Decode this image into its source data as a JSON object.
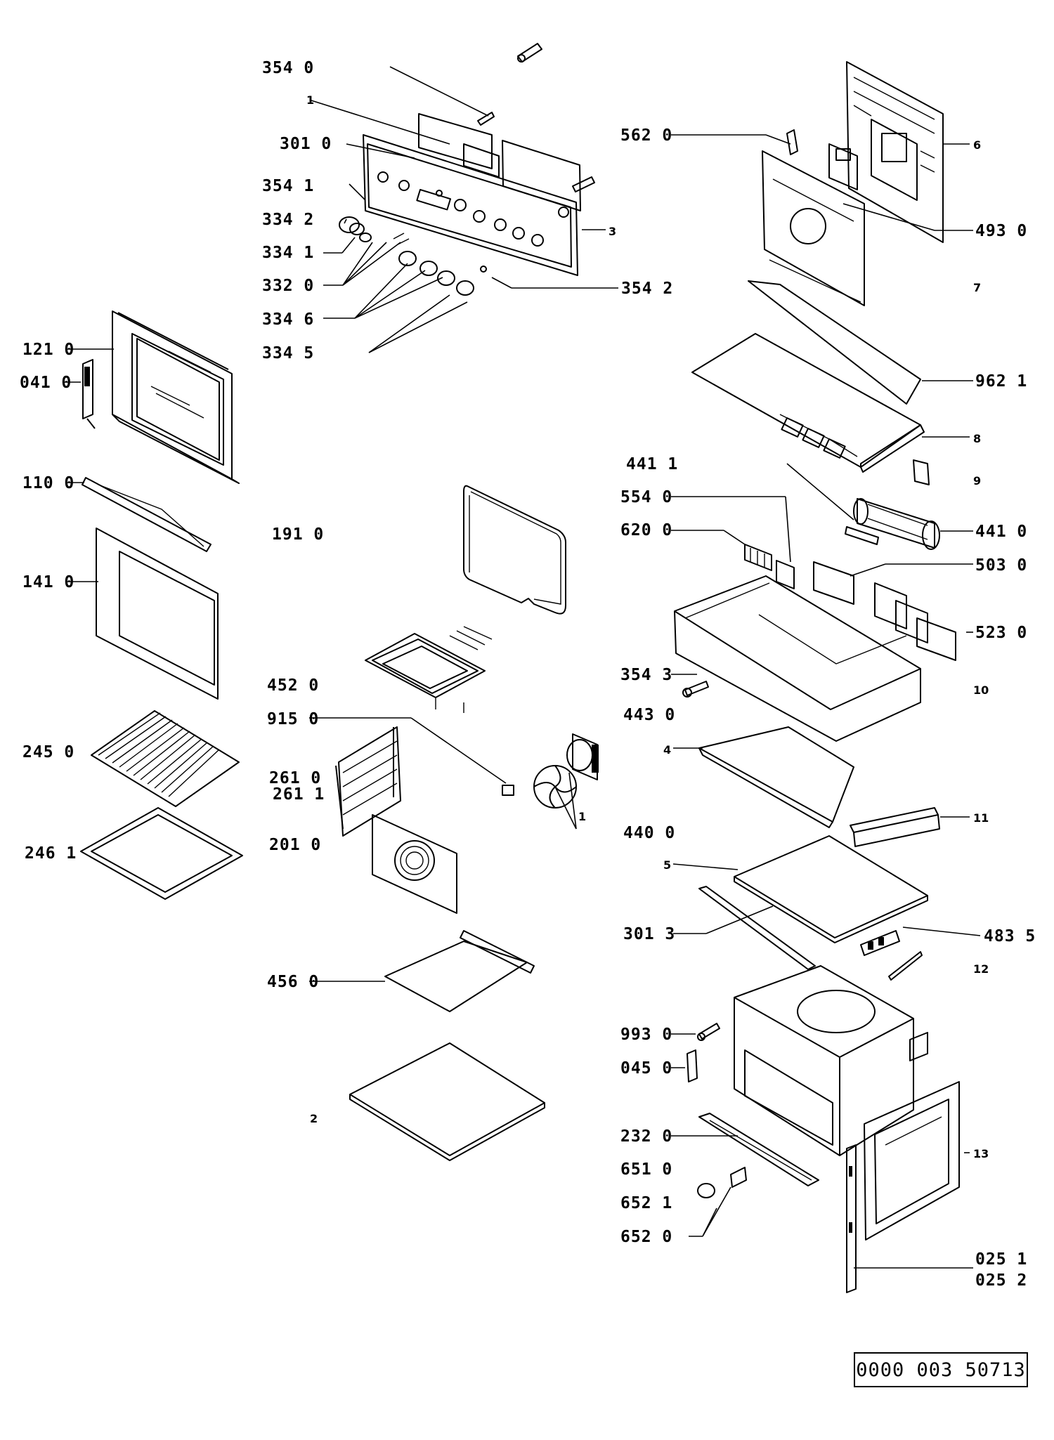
{
  "labels": {
    "l3540": "354 0",
    "l1a": "1",
    "l3010": "301 0",
    "l3541": "354 1",
    "l3342": "334 2",
    "l3341": "334 1",
    "l3320": "332 0",
    "l3346": "334 6",
    "l3345": "334 5",
    "l1210": "121 0",
    "l0410": "041 0",
    "l1100": "110 0",
    "l1410": "141 0",
    "l1910": "191 0",
    "l4520": "452 0",
    "l9150": "915 0",
    "l2450": "245 0",
    "l2610": "261 0",
    "l2611": "261 1",
    "l2461": "246 1",
    "l2010": "201 0",
    "l4560": "456 0",
    "l2a": "2",
    "l5620": "562 0",
    "l6a": "6",
    "l4930": "493 0",
    "l3542": "354 2",
    "l3a": "3",
    "l7a": "7",
    "l9621": "962 1",
    "l8a": "8",
    "l4411": "441 1",
    "l9a": "9",
    "l5540": "554 0",
    "l6200": "620 0",
    "l4410": "441 0",
    "l5030": "503 0",
    "l5230": "523 0",
    "l3543": "354 3",
    "l4430": "443 0",
    "l10a": "10",
    "l4a": "4",
    "l11a": "11",
    "l4400": "440 0",
    "l5a": "5",
    "l3013": "301 3",
    "l4835": "483 5",
    "l12a": "12",
    "l9930": "993 0",
    "l0450": "045 0",
    "l2320": "232 0",
    "l6510": "651 0",
    "l6521": "652 1",
    "l6520": "652 0",
    "l13a": "13",
    "l0251": "025 1",
    "l0252": "025 2",
    "l1fan": "1"
  },
  "reference": "0000  003  50713"
}
